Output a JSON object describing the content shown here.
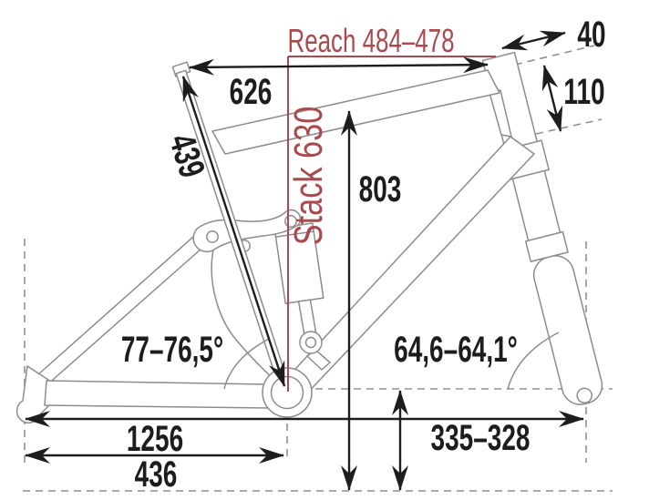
{
  "diagram": {
    "subject": "bike-frame-geometry",
    "labels": {
      "reach": "Reach 484–478",
      "stack": "Stack 630",
      "top_tube": "626",
      "seat_tube": "439",
      "standover": "803",
      "head_tube": "110",
      "spacers": "40",
      "seat_angle": "77–76,5°",
      "head_angle": "64,6–64,1°",
      "wheelbase": "1256",
      "chainstay": "436",
      "bb_height": "335–328"
    },
    "colors": {
      "accent": "#a84a4e",
      "dimension": "#1d1d1d",
      "frame_outline": "#8c8c8c",
      "background": "#ffffff"
    }
  }
}
